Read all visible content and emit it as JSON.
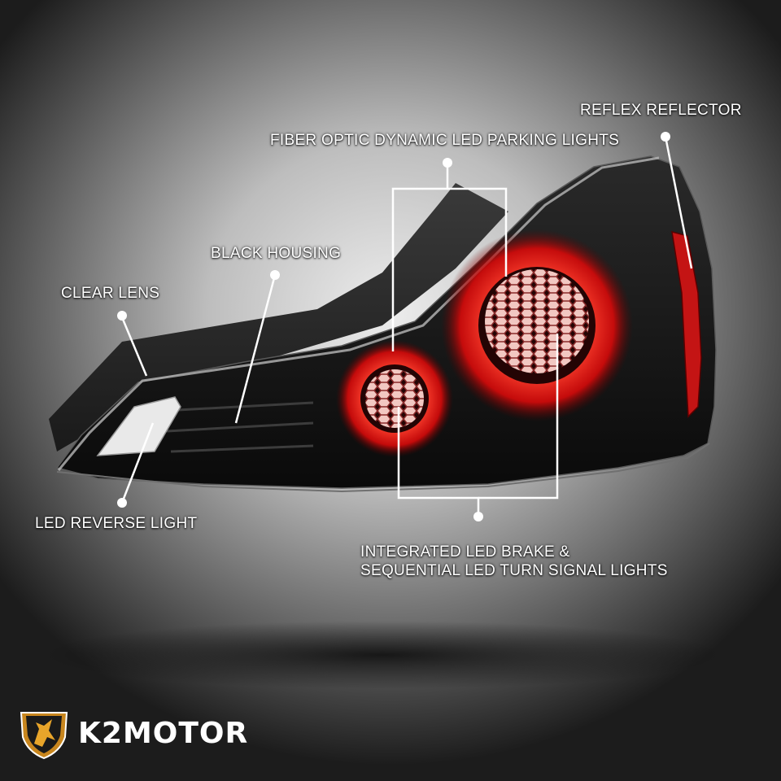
{
  "callouts": {
    "reflex_reflector": "REFLEX REFLECTOR",
    "fiber_optic": "FIBER OPTIC DYNAMIC LED PARKING LIGHTS",
    "black_housing": "BLACK HOUSING",
    "clear_lens": "CLEAR LENS",
    "led_reverse": "LED REVERSE LIGHT",
    "brake_line1": "INTEGRATED LED BRAKE &",
    "brake_line2": "SEQUENTIAL LED TURN SIGNAL LIGHTS"
  },
  "brand": {
    "name": "K2MOTOR",
    "logo_icon": "griffin-shield-icon"
  },
  "colors": {
    "led_red": "#e81010",
    "housing": "#111111",
    "callout": "#ffffff"
  }
}
